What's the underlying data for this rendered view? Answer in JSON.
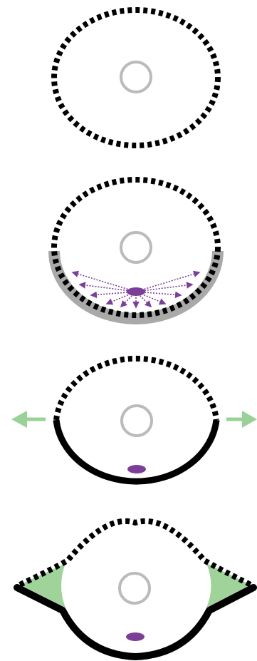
{
  "diagram": {
    "panels": [
      {
        "id": "panel-1",
        "stage": "dashed-ring"
      },
      {
        "id": "panel-2",
        "stage": "signal-radiating"
      },
      {
        "id": "panel-3",
        "stage": "solid-lower-arc"
      },
      {
        "id": "panel-4",
        "stage": "outward-flaps"
      }
    ],
    "colors": {
      "stroke": "#000000",
      "center_ring": "#bbbbbb",
      "signal": "#7b3f98",
      "arrow": "#99d199",
      "flap": "#9fd39a",
      "band": "#8c8c8c"
    },
    "icons": [
      "center-circle-icon",
      "signal-source-icon",
      "left-arrow-icon",
      "right-arrow-icon"
    ]
  }
}
